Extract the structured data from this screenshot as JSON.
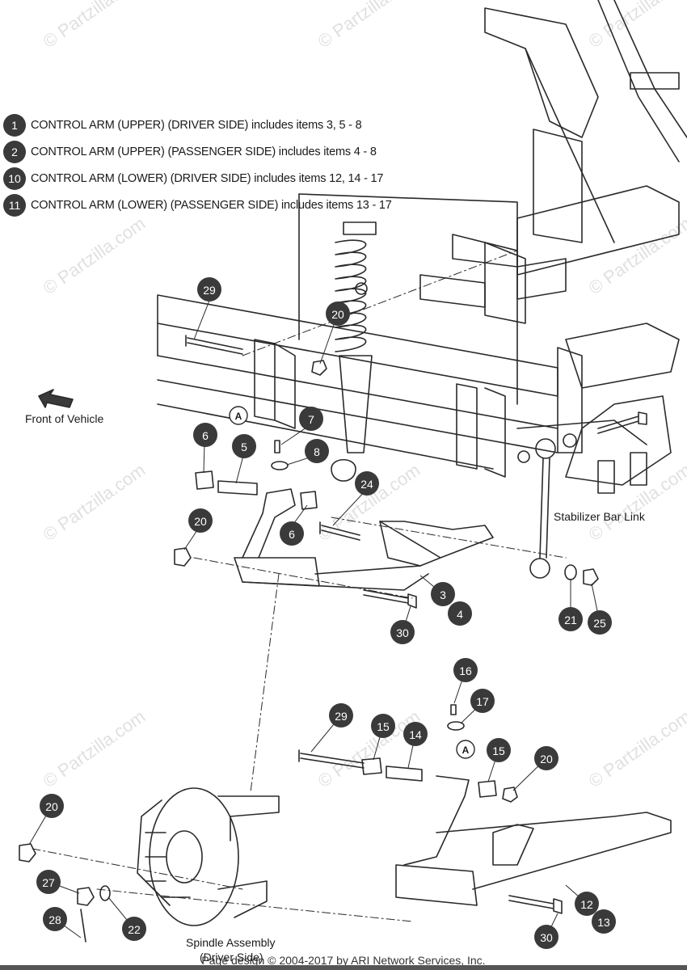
{
  "legend": [
    {
      "num": "1",
      "text": "CONTROL ARM (UPPER) (DRIVER SIDE) includes items 3, 5 - 8"
    },
    {
      "num": "2",
      "text": "CONTROL ARM (UPPER) (PASSENGER SIDE) includes items 4 - 8"
    },
    {
      "num": "10",
      "text": "CONTROL ARM (LOWER) (DRIVER SIDE) includes items 12, 14 - 17"
    },
    {
      "num": "11",
      "text": "CONTROL ARM (LOWER) (PASSENGER SIDE) includes items 13 - 17"
    }
  ],
  "labels": {
    "front_of_vehicle": "Front of Vehicle",
    "stabilizer_bar_link": "Stabilizer Bar Link",
    "spindle_assembly": "Spindle Assembly",
    "driver_side": "(Driver Side)",
    "ref_a": "A"
  },
  "callouts": [
    "29",
    "20",
    "7",
    "6",
    "5",
    "8",
    "24",
    "20",
    "6",
    "3",
    "4",
    "30",
    "21",
    "25",
    "16",
    "17",
    "29",
    "15",
    "14",
    "15",
    "20",
    "20",
    "27",
    "22",
    "28",
    "12",
    "13",
    "30"
  ],
  "watermark": "© Partzilla.com",
  "footer": "Page design © 2004-2017 by ARI Network Services, Inc.",
  "colors": {
    "callout_fill": "#3a3a3a",
    "line": "#2a2a2a",
    "watermark": "#c8c8c8"
  }
}
